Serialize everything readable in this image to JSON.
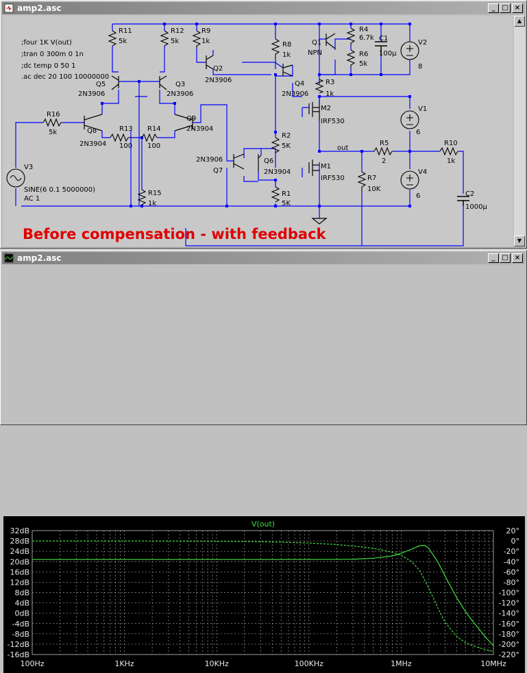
{
  "schematic_window": {
    "title": "amp2.asc",
    "directives": [
      ";four 1K V(out)",
      ";tran 0 300m 0 1n",
      ";dc temp 0 50 1",
      ".ac dec 20 100 10000000"
    ],
    "annotation": "Before compensation - with feedback",
    "annotation_color": "#e00000",
    "parts": {
      "R11": {
        "name": "R11",
        "value": "5k"
      },
      "R12": {
        "name": "R12",
        "value": "5k"
      },
      "R9": {
        "name": "R9",
        "value": "1k"
      },
      "R8": {
        "name": "R8",
        "value": "1k"
      },
      "R4": {
        "name": "R4",
        "value": "6.7k"
      },
      "R6": {
        "name": "R6",
        "value": "5k"
      },
      "R3": {
        "name": "R3",
        "value": "1k"
      },
      "R16": {
        "name": "R16",
        "value": "5k"
      },
      "R13": {
        "name": "R13",
        "value": "100"
      },
      "R14": {
        "name": "R14",
        "value": "100"
      },
      "R15": {
        "name": "R15",
        "value": "1k"
      },
      "R2": {
        "name": "R2",
        "value": "5K"
      },
      "R1": {
        "name": "R1",
        "value": "5K"
      },
      "R7": {
        "name": "R7",
        "value": "10K"
      },
      "R5": {
        "name": "R5",
        "value": "2"
      },
      "R10": {
        "name": "R10",
        "value": "1k"
      },
      "C1": {
        "name": "C1",
        "value": "100µ"
      },
      "C2": {
        "name": "C2",
        "value": "1000µ"
      },
      "Q1": {
        "name": "Q1",
        "value": "NPN"
      },
      "Q2": {
        "name": "Q2",
        "value": "2N3906"
      },
      "Q3": {
        "name": "Q3",
        "value": "2N3906"
      },
      "Q4": {
        "name": "Q4",
        "value": "2N3906"
      },
      "Q5": {
        "name": "Q5",
        "value": "2N3906"
      },
      "Q6": {
        "name": "Q6",
        "value": "2N3904"
      },
      "Q7": {
        "name": "Q7",
        "value": "2N3906"
      },
      "Q8": {
        "name": "Q8",
        "value": "2N3904"
      },
      "Q9": {
        "name": "Q9",
        "value": "2N3904"
      },
      "M1": {
        "name": "M1",
        "value": "IRF530"
      },
      "M2": {
        "name": "M2",
        "value": "IRF530"
      },
      "V1": {
        "name": "V1",
        "value": "6"
      },
      "V2": {
        "name": "V2",
        "value": "8"
      },
      "V4": {
        "name": "V4",
        "value": "6"
      },
      "V3": {
        "name": "V3",
        "value": "SINE(6 0.1 5000000)",
        "value2": "AC 1"
      }
    },
    "net_out_label": "out"
  },
  "plot_window": {
    "title": "amp2.asc",
    "trace_label": "V(out)",
    "trace_color": "#40e040",
    "grid_color": "#a0a0a0",
    "tick_label_color": "#e8e8e8",
    "y_left_labels": [
      "32dB",
      "28dB",
      "24dB",
      "20dB",
      "16dB",
      "12dB",
      "8dB",
      "4dB",
      "0dB",
      "-4dB",
      "-8dB",
      "-12dB",
      "-16dB"
    ],
    "y_right_labels": [
      "20°",
      "0°",
      "-20°",
      "-40°",
      "-60°",
      "-80°",
      "-100°",
      "-120°",
      "-140°",
      "-160°",
      "-180°",
      "-200°",
      "-220°"
    ],
    "x_labels": [
      "100Hz",
      "1KHz",
      "10KHz",
      "100KHz",
      "1MHz",
      "10MHz"
    ]
  },
  "chart_data": {
    "type": "line",
    "title": "V(out)",
    "xlabel": "",
    "ylabel": "",
    "x_scale": "log",
    "xlim": [
      100,
      10000000
    ],
    "ylim": [
      -16,
      32
    ],
    "y2lim": [
      -220,
      20
    ],
    "grid": true,
    "series": [
      {
        "axis": "left",
        "style": "solid",
        "x": [
          100,
          1000,
          10000,
          100000,
          300000,
          500000,
          800000,
          1000000,
          1300000,
          1600000,
          1800000,
          2000000,
          2500000,
          3000000,
          4000000,
          5000000,
          6000000,
          8000000,
          10000000
        ],
        "y": [
          20.8,
          20.8,
          20.8,
          20.8,
          20.9,
          21.3,
          22.2,
          23.2,
          24.8,
          26.2,
          26.3,
          25.0,
          19.8,
          14.3,
          6.0,
          0.5,
          -3.2,
          -8.8,
          -12.6
        ]
      },
      {
        "axis": "right",
        "style": "dashed",
        "x": [
          100,
          1000,
          10000,
          30000,
          100000,
          200000,
          400000,
          600000,
          800000,
          1000000,
          1300000,
          1600000,
          2000000,
          2500000,
          3000000,
          4000000,
          5000000,
          6000000,
          8000000,
          10000000
        ],
        "y": [
          0,
          0,
          -0.5,
          -1.5,
          -4,
          -7,
          -12,
          -17,
          -22,
          -28,
          -40,
          -58,
          -92,
          -130,
          -158,
          -185,
          -197,
          -203,
          -210,
          -214
        ]
      }
    ]
  }
}
